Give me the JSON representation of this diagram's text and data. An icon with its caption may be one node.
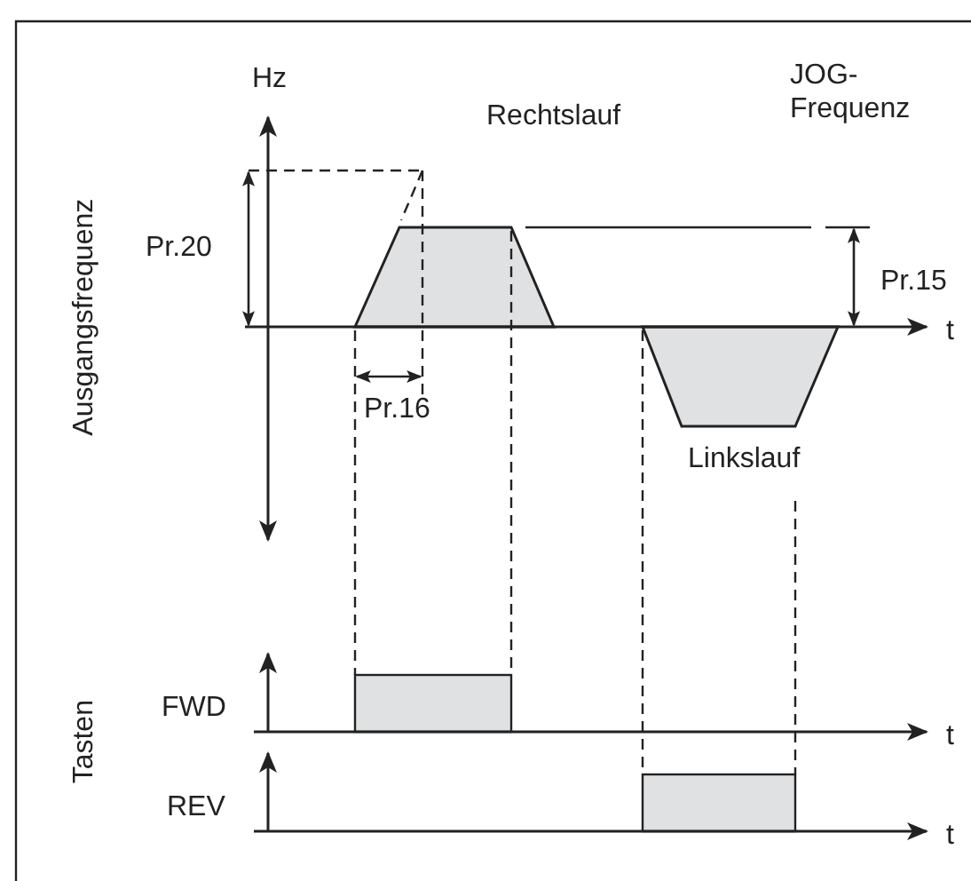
{
  "diagram": {
    "labels": [
      "Hz",
      "Rechtslauf",
      "JOG- Frequenz",
      "Ausgangsfrequenz",
      "Pr.20",
      "Pr.15",
      "t",
      "Pr.16",
      "Linkslauf",
      "Tasten",
      "FWD",
      "t",
      "REV",
      "t"
    ]
  }
}
